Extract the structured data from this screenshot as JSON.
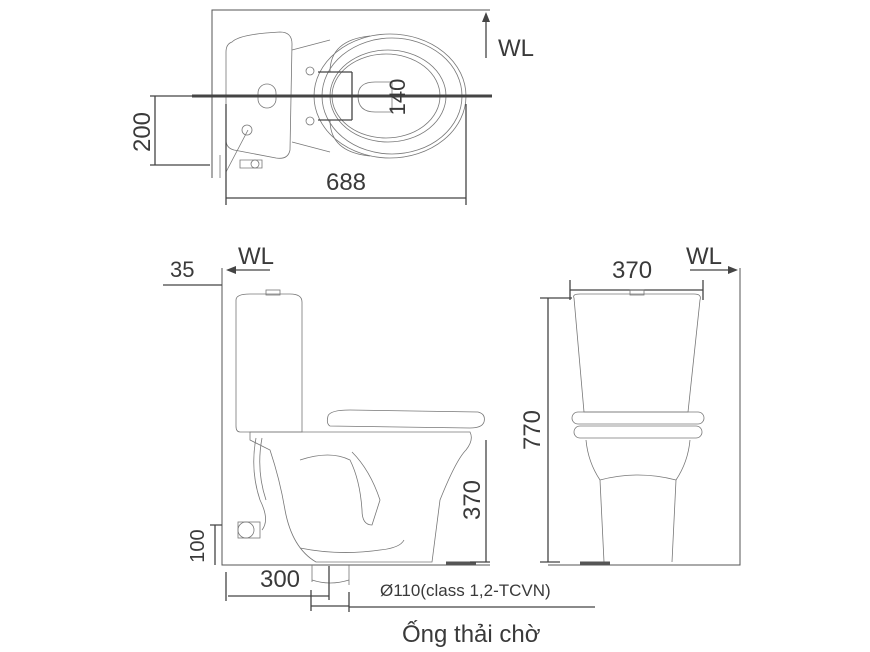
{
  "top_view": {
    "wl_label": "WL",
    "dim_width": "688",
    "dim_offset": "200",
    "dim_seat": "140"
  },
  "side_view": {
    "wl_label": "WL",
    "dim_wall_gap": "35",
    "dim_seat_height": "370",
    "dim_inlet_height": "100",
    "dim_outlet": "300",
    "pipe_spec": "Ø110(class 1,2-TCVN)",
    "pipe_label": "Ống thải chờ"
  },
  "front_view": {
    "wl_label": "WL",
    "dim_tank_width": "370",
    "dim_height": "770"
  },
  "colors": {
    "line": "#555555",
    "text": "#3a3a3a"
  }
}
